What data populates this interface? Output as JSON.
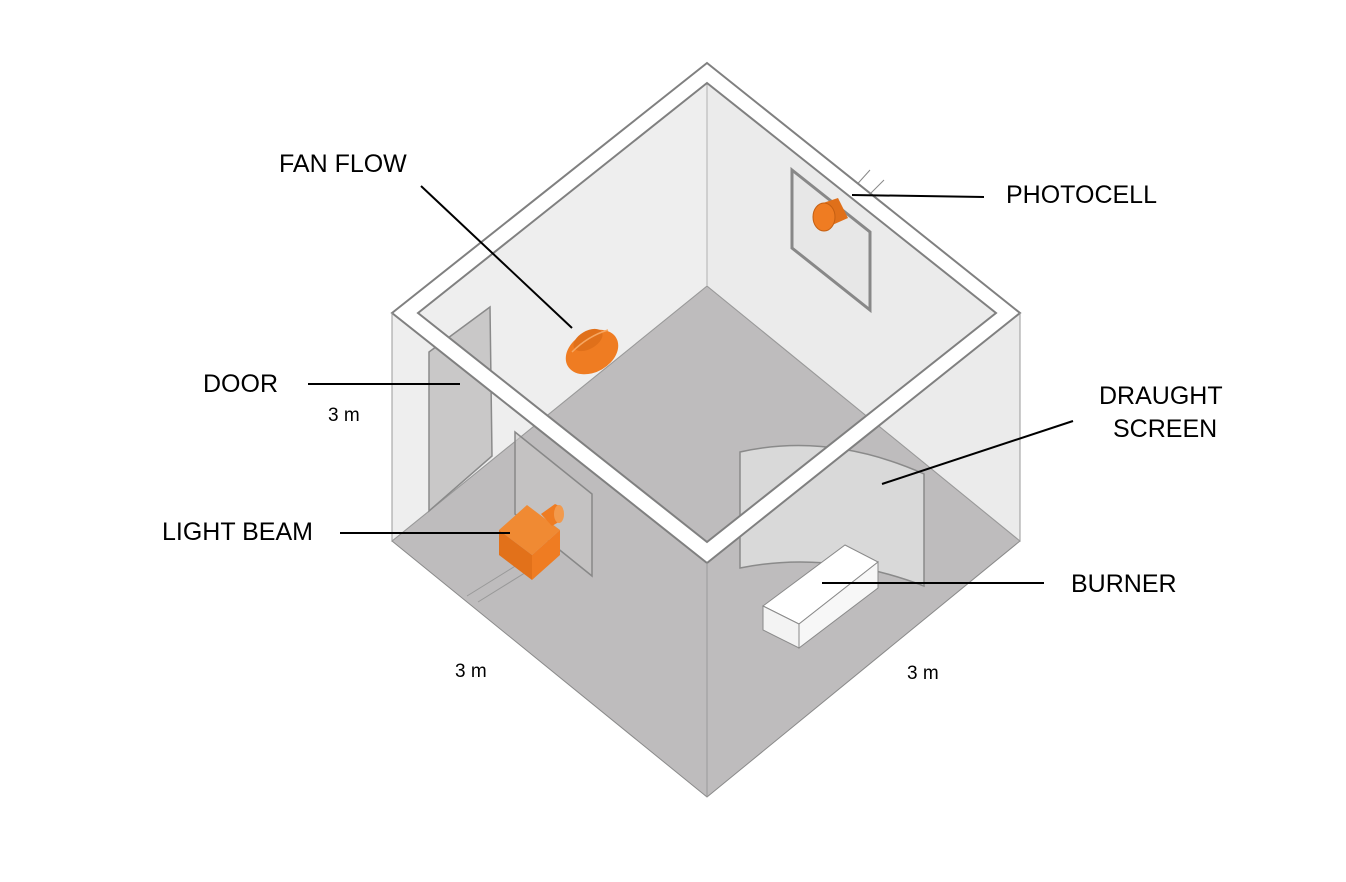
{
  "labels": {
    "fan_flow": "FAN FLOW",
    "photocell": "PHOTOCELL",
    "door": "DOOR",
    "draught_screen_line1": "DRAUGHT",
    "draught_screen_line2": "SCREEN",
    "light_beam": "LIGHT BEAM",
    "burner": "BURNER"
  },
  "dimensions": {
    "height": "3 m",
    "width_left": "3 m",
    "width_right": "3 m"
  },
  "colors": {
    "accent": "#ef7c22",
    "floor": "#bebcbd",
    "wall": "#ececec",
    "outline": "#808080"
  }
}
